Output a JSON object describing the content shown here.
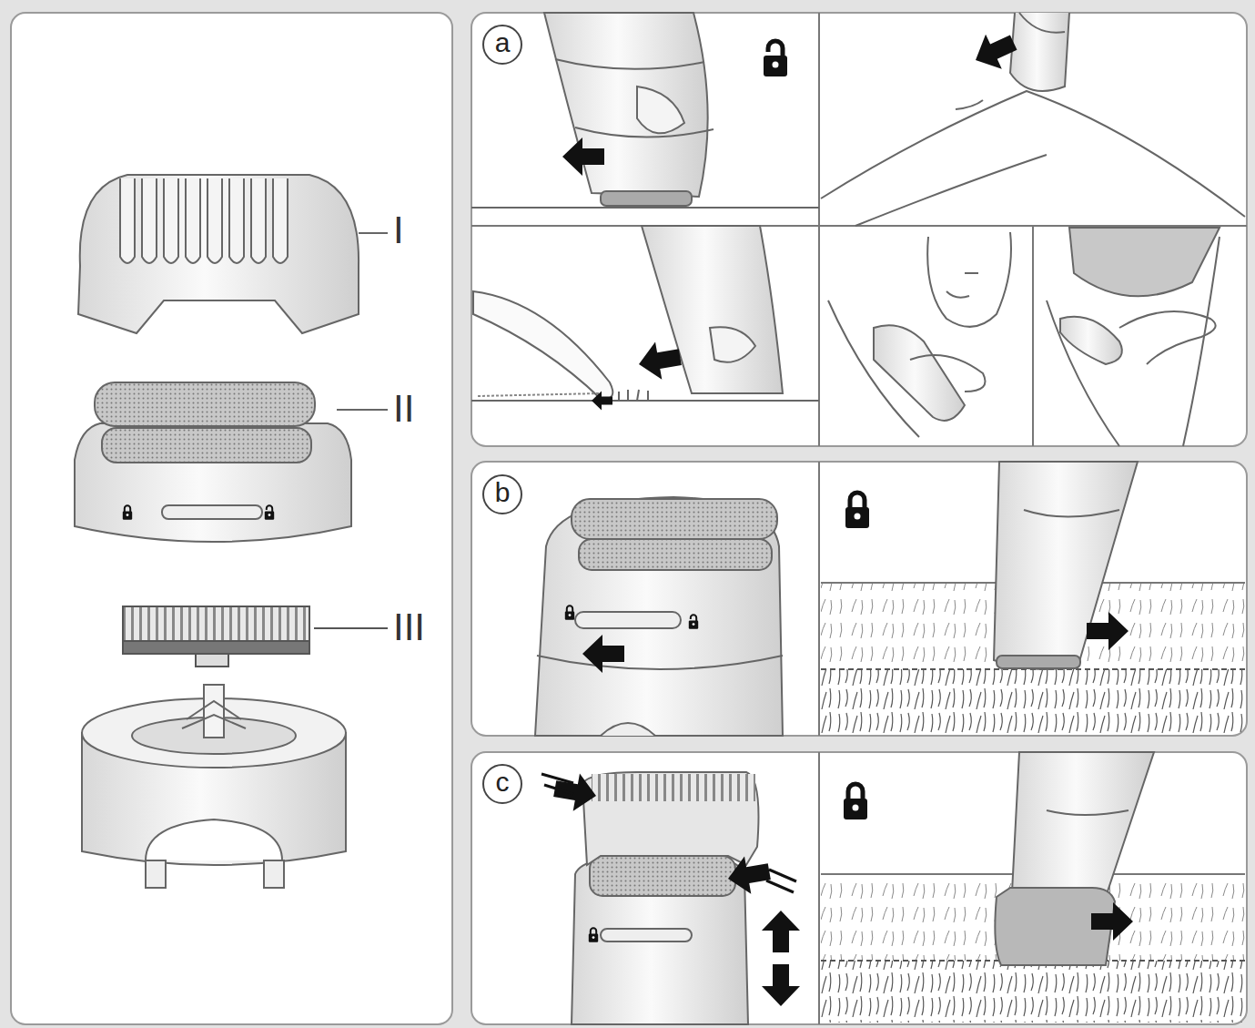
{
  "diagram": {
    "nodes": [
      {
        "text": [
          "a"
        ]
      },
      {
        "text": [
          "b"
        ]
      },
      {
        "text": [
          "c"
        ]
      }
    ],
    "labels": [
      "I",
      "II",
      "III"
    ]
  }
}
